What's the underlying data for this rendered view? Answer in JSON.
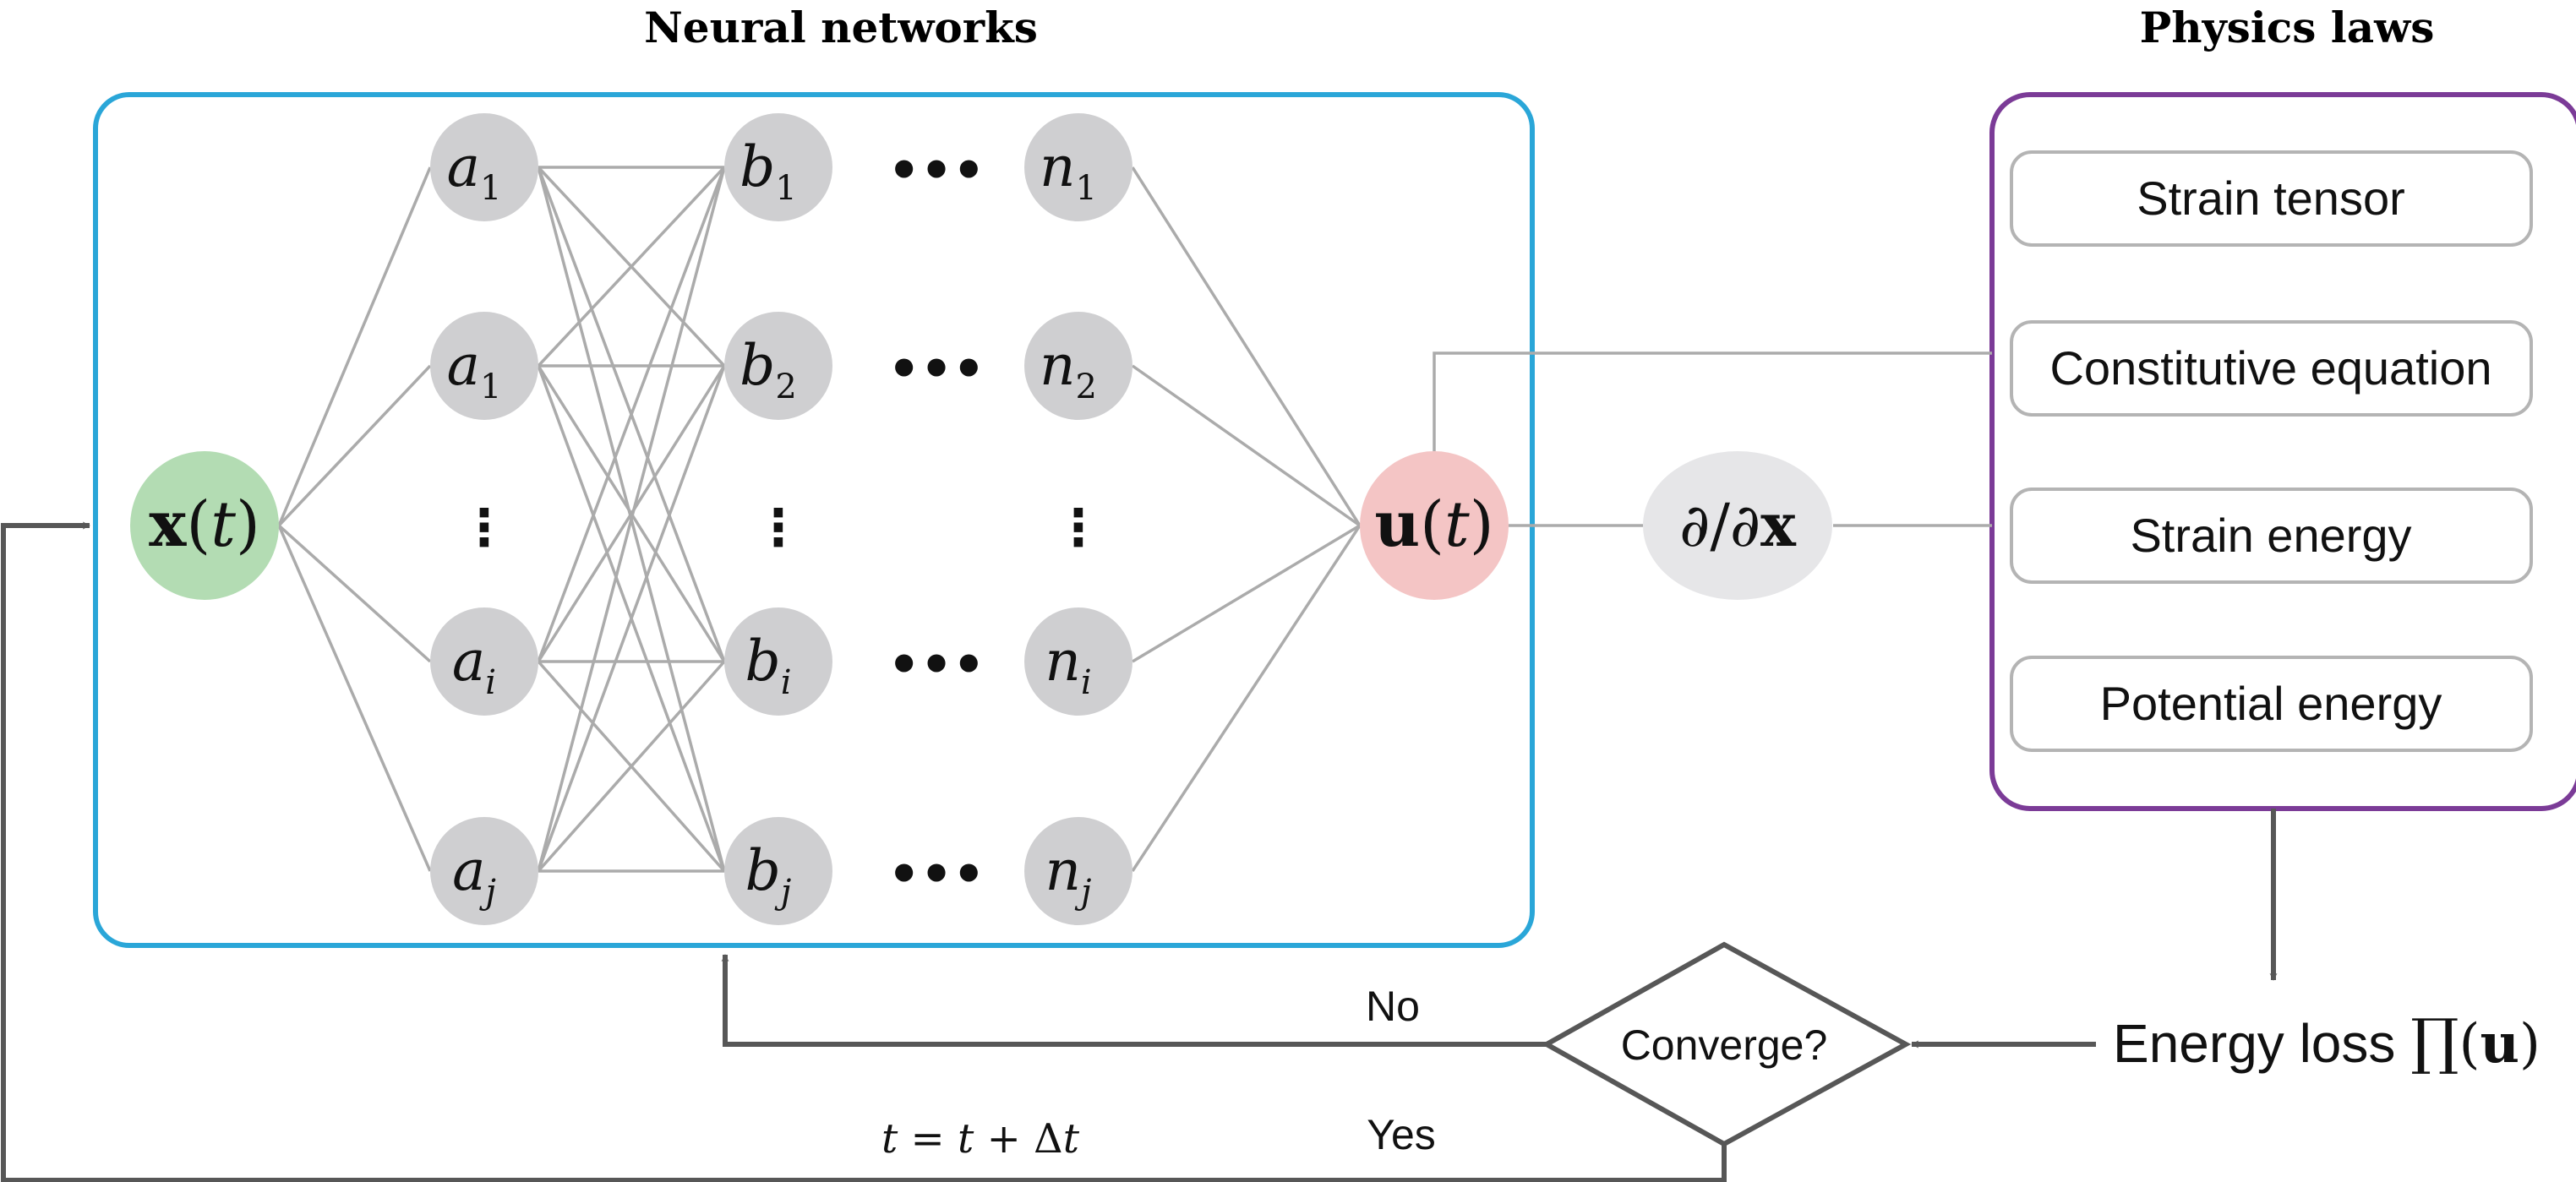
{
  "headings": {
    "neural_networks": "Neural networks",
    "physics_laws": "Physics laws"
  },
  "input_node": {
    "bold": "x",
    "open": "(",
    "var": "t",
    "close": ")"
  },
  "output_node": {
    "bold": "u",
    "open": "(",
    "var": "t",
    "close": ")"
  },
  "layers": {
    "a": {
      "letter": "a",
      "subs": [
        "1",
        "1",
        "i",
        "j"
      ]
    },
    "b": {
      "letter": "b",
      "subs": [
        "1",
        "2",
        "i",
        "j"
      ]
    },
    "n": {
      "letter": "n",
      "subs": [
        "1",
        "2",
        "i",
        "j"
      ]
    }
  },
  "ellipsis_h": "•••",
  "ellipsis_v": "⋮",
  "derivative": {
    "partial1": "∂/∂",
    "bold": "x"
  },
  "physics_items": [
    "Strain tensor",
    "Constitutive equation",
    "Strain energy",
    "Potential energy"
  ],
  "energy_loss": {
    "text": "Energy loss ",
    "prod": "∏",
    "open": "(",
    "bold": "u",
    "close": ")"
  },
  "decision": {
    "label": "Converge?",
    "no": "No",
    "yes": "Yes"
  },
  "time_update": {
    "t1": "t",
    "eq": " = ",
    "t2": "t",
    "plus": " + Δ",
    "t3": "t"
  },
  "colors": {
    "nn_box": "#2aa6d8",
    "physics_box": "#7b3b97",
    "input_node": "#b3dcb3",
    "output_node": "#f4c5c5",
    "hidden_node": "#cfcfd1",
    "derivative_node": "#e6e6e8",
    "flow_arrow": "#575757",
    "connection": "#ababab"
  }
}
